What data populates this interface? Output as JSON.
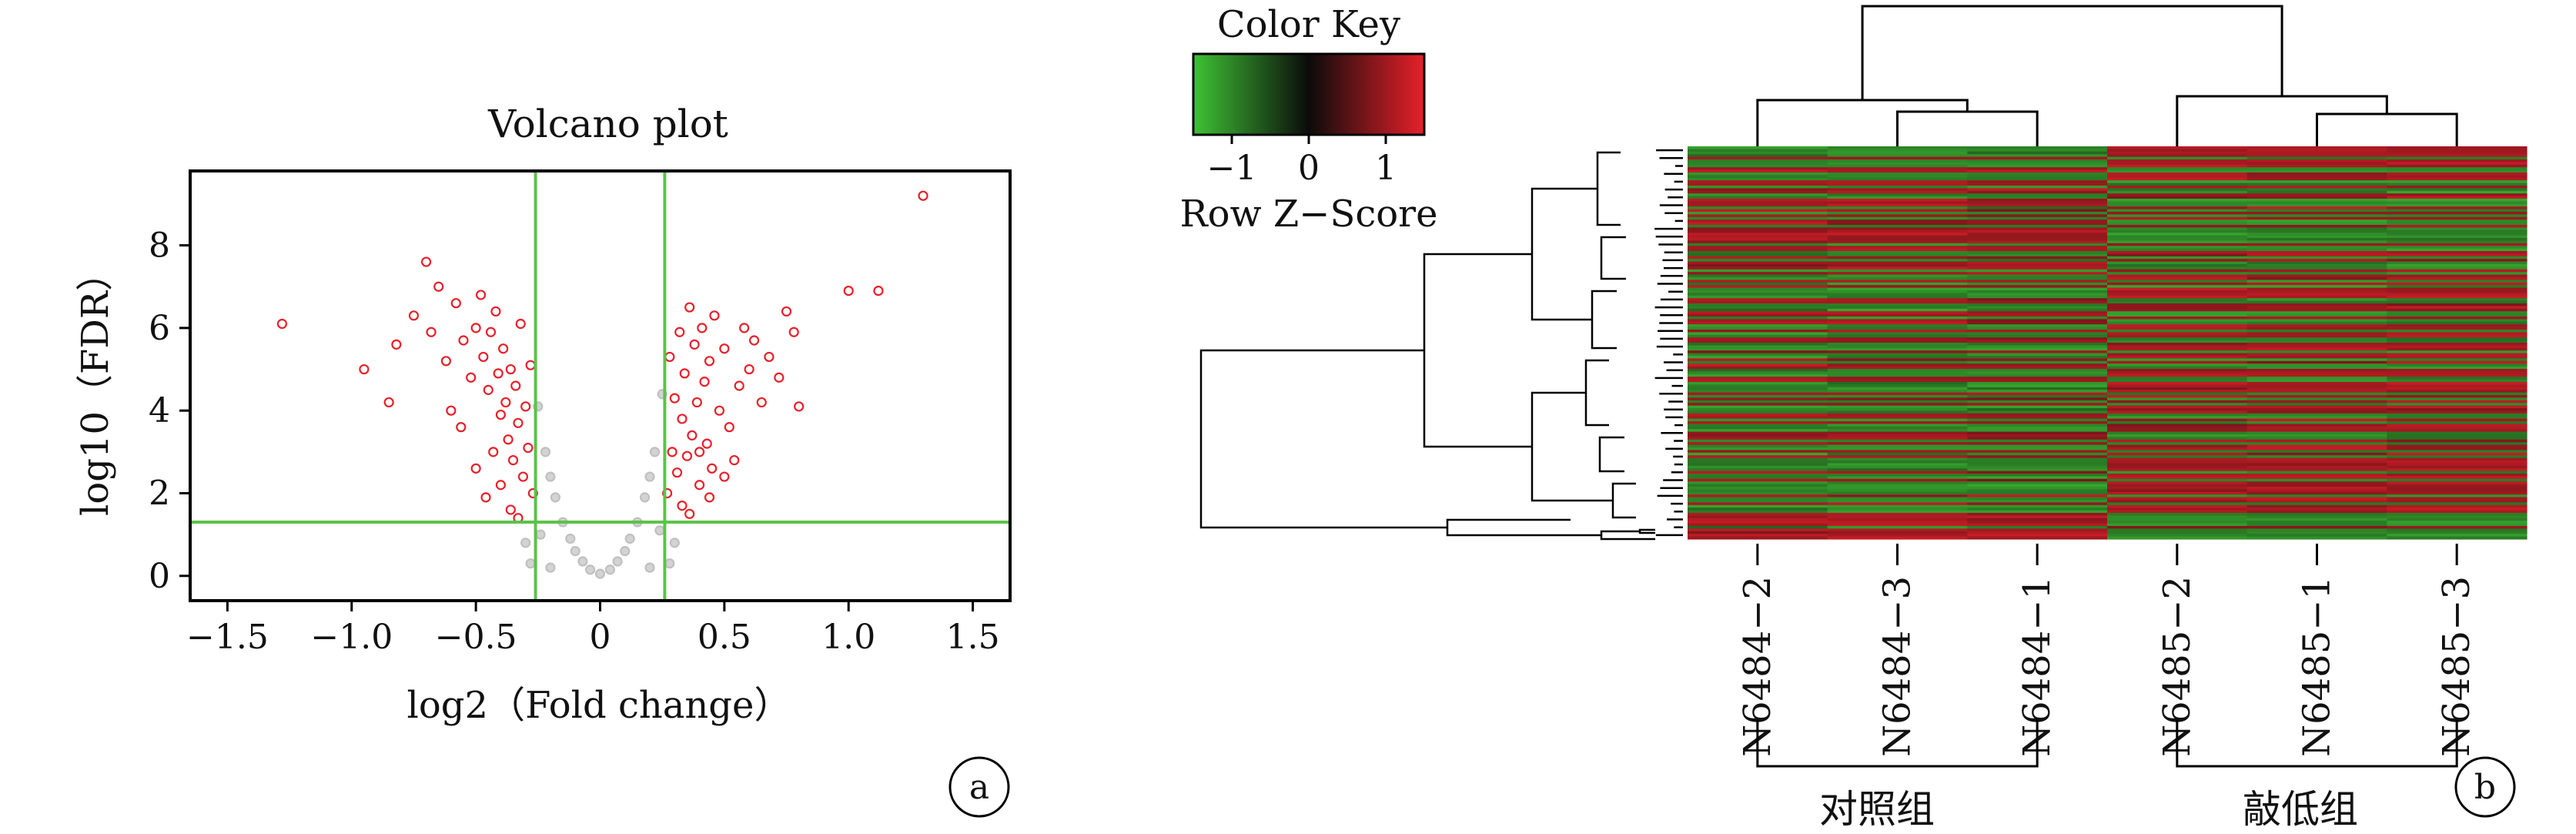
{
  "volcano": {
    "title": "Volcano plot",
    "xlabel": "log2（Fold change）",
    "ylabel": "log10（FDR）",
    "panel_label": "a",
    "x_ticks": [
      "−1.5",
      "−1.0",
      "−0.5",
      "0",
      "0.5",
      "1.0",
      "1.5"
    ],
    "y_ticks": [
      "0",
      "2",
      "4",
      "6",
      "8"
    ],
    "colors": {
      "significant": "#e8202a",
      "nonsignificant": "#c0c0c0",
      "threshold": "#5cc24a"
    }
  },
  "heatmap": {
    "color_key_title": "Color Key",
    "color_key_label": "Row Z−Score",
    "color_key_ticks": [
      "−1",
      "0",
      "1"
    ],
    "samples": [
      "N6484−2",
      "N6484−3",
      "N6484−1",
      "N6485−2",
      "N6485−1",
      "N6485−3"
    ],
    "group_labels": [
      "对照组",
      "敲低组"
    ],
    "panel_label": "b",
    "colors": {
      "low": "#3fc235",
      "mid": "#0b0b0b",
      "high": "#e8202a"
    }
  },
  "chart_data": [
    {
      "type": "scatter",
      "title": "Volcano plot",
      "xlabel": "log2（Fold change）",
      "ylabel": "log10（FDR）",
      "xlim": [
        -1.65,
        1.65
      ],
      "ylim": [
        -0.6,
        9.8
      ],
      "x_ticks": [
        -1.5,
        -1.0,
        -0.5,
        0,
        0.5,
        1.0,
        1.5
      ],
      "y_ticks": [
        0,
        2,
        4,
        6,
        8
      ],
      "grid": false,
      "thresholds": {
        "x": [
          -0.26,
          0.26
        ],
        "y": 1.3
      },
      "series": [
        {
          "name": "",
          "color": "#e8202a",
          "points": [
            [
              -1.28,
              6.1
            ],
            [
              -0.82,
              5.6
            ],
            [
              -0.75,
              6.3
            ],
            [
              -0.7,
              7.6
            ],
            [
              -0.68,
              5.9
            ],
            [
              -0.62,
              5.2
            ],
            [
              -0.58,
              6.6
            ],
            [
              -0.55,
              5.7
            ],
            [
              -0.52,
              4.8
            ],
            [
              -0.5,
              6.0
            ],
            [
              -0.48,
              6.8
            ],
            [
              -0.47,
              5.3
            ],
            [
              -0.45,
              4.5
            ],
            [
              -0.44,
              5.9
            ],
            [
              -0.42,
              6.4
            ],
            [
              -0.41,
              4.9
            ],
            [
              -0.4,
              3.9
            ],
            [
              -0.39,
              5.5
            ],
            [
              -0.38,
              4.2
            ],
            [
              -0.37,
              3.3
            ],
            [
              -0.36,
              5.0
            ],
            [
              -0.35,
              2.8
            ],
            [
              -0.34,
              4.6
            ],
            [
              -0.33,
              3.7
            ],
            [
              -0.32,
              6.1
            ],
            [
              -0.31,
              2.4
            ],
            [
              -0.3,
              4.1
            ],
            [
              -0.29,
              3.1
            ],
            [
              -0.28,
              5.1
            ],
            [
              -0.27,
              2.0
            ],
            [
              -0.85,
              4.2
            ],
            [
              -0.95,
              5.0
            ],
            [
              -0.65,
              7.0
            ],
            [
              -0.6,
              4.0
            ],
            [
              -0.56,
              3.6
            ],
            [
              -0.5,
              2.6
            ],
            [
              -0.46,
              1.9
            ],
            [
              -0.43,
              3.0
            ],
            [
              -0.4,
              2.2
            ],
            [
              -0.36,
              1.6
            ],
            [
              -0.33,
              1.4
            ],
            [
              0.27,
              2.0
            ],
            [
              0.28,
              5.3
            ],
            [
              0.29,
              3.0
            ],
            [
              0.3,
              4.3
            ],
            [
              0.31,
              2.5
            ],
            [
              0.32,
              5.9
            ],
            [
              0.33,
              3.8
            ],
            [
              0.34,
              4.9
            ],
            [
              0.35,
              2.9
            ],
            [
              0.36,
              6.5
            ],
            [
              0.37,
              3.4
            ],
            [
              0.38,
              5.6
            ],
            [
              0.39,
              4.2
            ],
            [
              0.4,
              2.2
            ],
            [
              0.41,
              6.0
            ],
            [
              0.42,
              4.7
            ],
            [
              0.43,
              3.2
            ],
            [
              0.44,
              5.2
            ],
            [
              0.45,
              2.6
            ],
            [
              0.46,
              6.3
            ],
            [
              0.48,
              4.0
            ],
            [
              0.5,
              5.5
            ],
            [
              0.52,
              3.6
            ],
            [
              0.54,
              2.8
            ],
            [
              0.56,
              4.6
            ],
            [
              0.58,
              6.0
            ],
            [
              0.6,
              5.0
            ],
            [
              0.62,
              5.7
            ],
            [
              0.65,
              4.2
            ],
            [
              0.68,
              5.3
            ],
            [
              0.72,
              4.8
            ],
            [
              0.75,
              6.4
            ],
            [
              0.78,
              5.9
            ],
            [
              0.8,
              4.1
            ],
            [
              1.0,
              6.9
            ],
            [
              1.12,
              6.9
            ],
            [
              1.3,
              9.2
            ],
            [
              0.33,
              1.7
            ],
            [
              0.36,
              1.5
            ],
            [
              0.4,
              3.0
            ],
            [
              0.44,
              1.9
            ],
            [
              0.5,
              2.4
            ]
          ]
        },
        {
          "name": "",
          "color": "#c0c0c0",
          "points": [
            [
              -0.25,
              4.1
            ],
            [
              -0.22,
              3.0
            ],
            [
              -0.2,
              2.4
            ],
            [
              -0.18,
              1.9
            ],
            [
              -0.15,
              1.3
            ],
            [
              -0.12,
              0.9
            ],
            [
              -0.1,
              0.6
            ],
            [
              -0.07,
              0.35
            ],
            [
              -0.04,
              0.15
            ],
            [
              0,
              0.05
            ],
            [
              0.04,
              0.15
            ],
            [
              0.07,
              0.35
            ],
            [
              0.1,
              0.6
            ],
            [
              0.12,
              0.9
            ],
            [
              0.15,
              1.3
            ],
            [
              0.18,
              1.9
            ],
            [
              0.2,
              2.4
            ],
            [
              0.22,
              3.0
            ],
            [
              0.25,
              4.4
            ],
            [
              -0.24,
              1.0
            ],
            [
              0.24,
              1.1
            ],
            [
              -0.3,
              0.8
            ],
            [
              0.3,
              0.8
            ],
            [
              -0.28,
              0.3
            ],
            [
              0.28,
              0.3
            ],
            [
              -0.2,
              0.2
            ],
            [
              0.2,
              0.2
            ]
          ]
        }
      ]
    },
    {
      "type": "heatmap",
      "title": "",
      "columns": [
        "N6484−2",
        "N6484−3",
        "N6484−1",
        "N6485−2",
        "N6485−1",
        "N6485−3"
      ],
      "groups": [
        {
          "label": "对照组",
          "columns": [
            0,
            1,
            2
          ]
        },
        {
          "label": "敲低组",
          "columns": [
            3,
            4,
            5
          ]
        }
      ],
      "color_scale": {
        "min": -1.5,
        "max": 1.5,
        "ticks": [
          -1,
          0,
          1
        ],
        "colors": [
          "#3fc235",
          "#0b0b0b",
          "#e8202a"
        ]
      },
      "row_pattern_z": [
        [
          -1,
          -1,
          -1,
          1,
          1,
          1
        ],
        [
          1,
          1,
          1,
          -1,
          -1,
          -1
        ],
        [
          -0.8,
          -1,
          -0.6,
          0.9,
          1,
          0.7
        ],
        [
          0.9,
          1,
          0.8,
          -1,
          -0.9,
          -0.8
        ],
        [
          -1,
          -0.7,
          -0.9,
          1,
          0.8,
          1
        ],
        [
          1,
          0.8,
          0.6,
          -0.9,
          -1,
          -0.7
        ],
        [
          -0.6,
          -1,
          -0.8,
          0.7,
          0.9,
          1
        ],
        [
          0.7,
          0.9,
          1,
          -0.8,
          -0.7,
          -1
        ]
      ],
      "n_rows": 150
    }
  ]
}
